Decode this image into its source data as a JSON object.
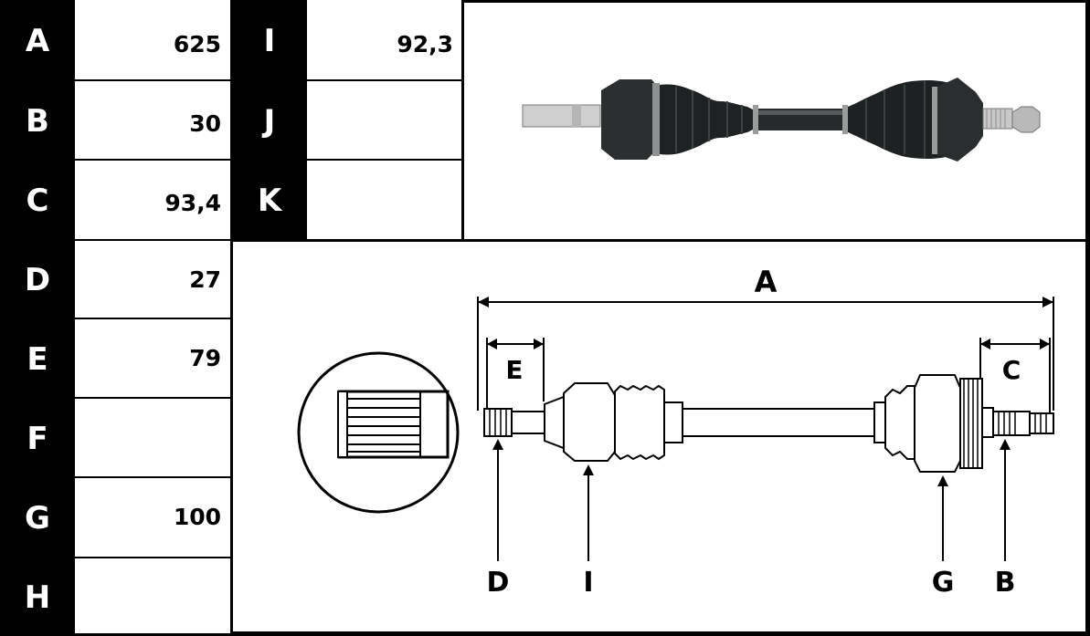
{
  "left_table": [
    {
      "letter": "A",
      "value": "625"
    },
    {
      "letter": "B",
      "value": "30"
    },
    {
      "letter": "C",
      "value": "93,4"
    },
    {
      "letter": "D",
      "value": "27"
    },
    {
      "letter": "E",
      "value": "79"
    },
    {
      "letter": "F",
      "value": ""
    },
    {
      "letter": "G",
      "value": "100"
    },
    {
      "letter": "H",
      "value": ""
    }
  ],
  "right_table": [
    {
      "letter": "I",
      "value": "92,3"
    },
    {
      "letter": "J",
      "value": ""
    },
    {
      "letter": "K",
      "value": ""
    }
  ],
  "diagram_labels": {
    "A": "A",
    "E": "E",
    "C": "C",
    "D": "D",
    "I": "I",
    "G": "G",
    "B": "B"
  }
}
